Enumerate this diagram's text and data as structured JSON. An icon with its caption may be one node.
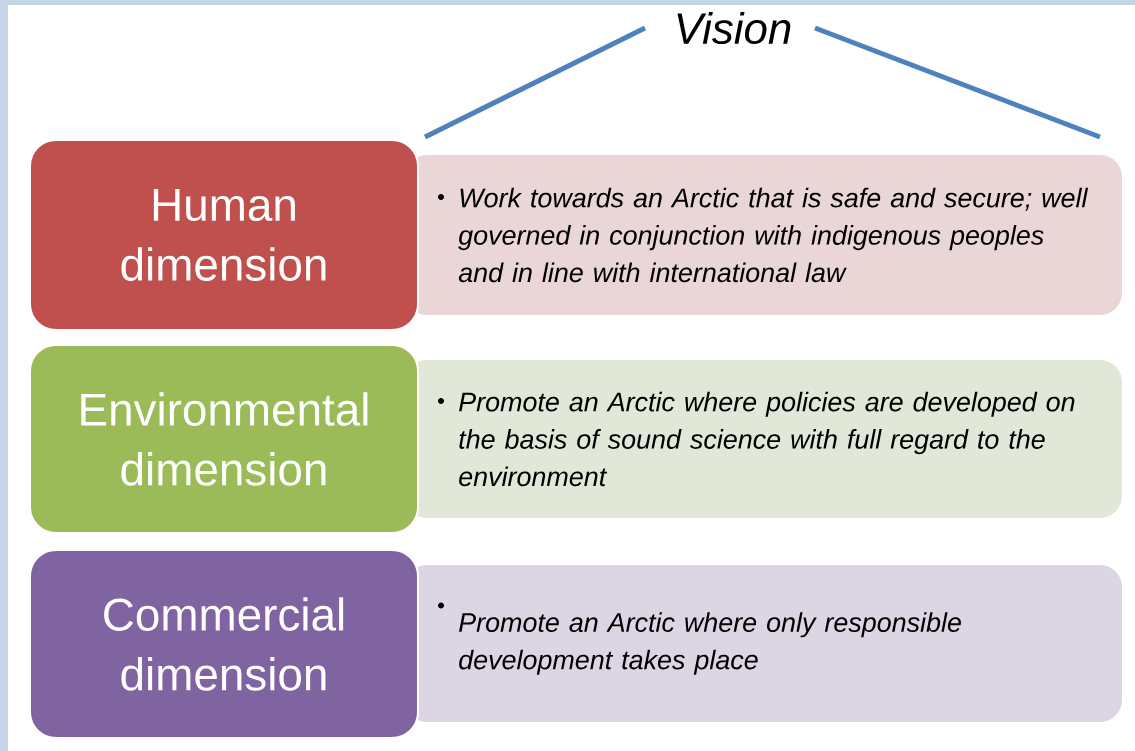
{
  "diagram": {
    "title": "Vision",
    "nodes": [
      {
        "text": [
          "Human dimension"
        ]
      },
      {
        "text": [
          "Work towards an Arctic that is safe and secure; well governed in conjunction with indigenous peoples and in line with international law"
        ]
      },
      {
        "text": [
          "Environmental dimension"
        ]
      },
      {
        "text": [
          "Promote an Arctic where policies are developed on the basis of sound science with full regard to the environment"
        ]
      },
      {
        "text": [
          "Commercial dimension"
        ]
      },
      {
        "text": [
          "Promote an Arctic where only responsible development takes place"
        ]
      }
    ]
  }
}
